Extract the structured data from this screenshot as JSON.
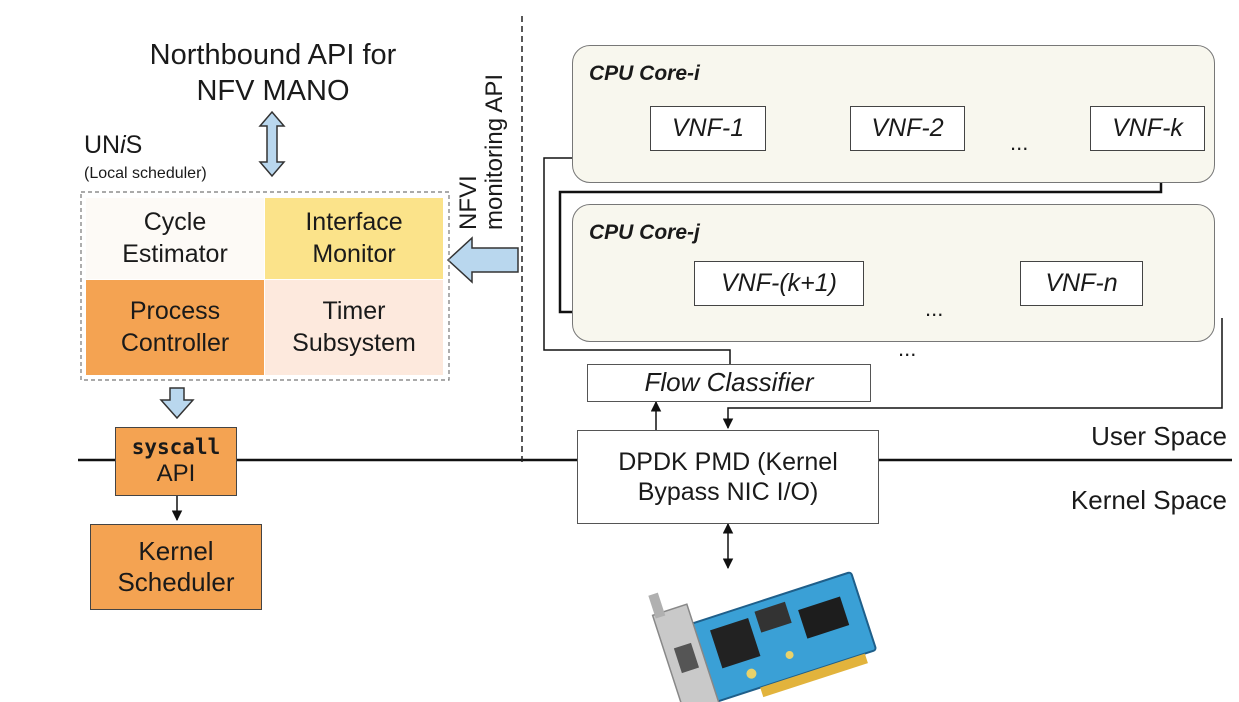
{
  "northbound_api": {
    "line1": "Northbound API for",
    "line2": "NFV MANO"
  },
  "unis": {
    "name_pre": "UN",
    "name_i": "i",
    "name_post": "S",
    "subtitle": "(Local scheduler)"
  },
  "modules": {
    "cycle_estimator": {
      "line1": "Cycle",
      "line2": "Estimator"
    },
    "interface_monitor": {
      "line1": "Interface",
      "line2": "Monitor"
    },
    "process_controller": {
      "line1": "Process",
      "line2": "Controller"
    },
    "timer_subsystem": {
      "line1": "Timer",
      "line2": "Subsystem"
    }
  },
  "nfvi_label": {
    "line1": "NFVI",
    "line2": "monitoring API"
  },
  "syscall_api": {
    "line1": "syscall",
    "line2": "API"
  },
  "kernel_scheduler": {
    "line1": "Kernel",
    "line2": "Scheduler"
  },
  "core_i": {
    "title": "CPU Core-i",
    "vnfs": [
      "VNF-1",
      "VNF-2",
      "VNF-k"
    ],
    "ellipsis": "..."
  },
  "core_j": {
    "title": "CPU Core-j",
    "vnfs": [
      "VNF-(k+1)",
      "VNF-n"
    ],
    "ellipsis": "..."
  },
  "more_cores": "...",
  "flow_classifier": "Flow Classifier",
  "dpdk": {
    "line1": "DPDK PMD (Kernel",
    "line2": "Bypass NIC I/O)"
  },
  "user_space": "User Space",
  "kernel_space": "Kernel Space",
  "colors": {
    "orange": "#f4a352",
    "yellow": "#fbe38a",
    "light_peach": "#fde9dd",
    "off_white": "#fdfaf6",
    "core_bg": "#f8f7ee",
    "queue": "#f1e08b",
    "arrow_blue": "#b9d7ee"
  },
  "icons": {
    "nic": "network-card-icon",
    "queue": "queue-icon"
  }
}
